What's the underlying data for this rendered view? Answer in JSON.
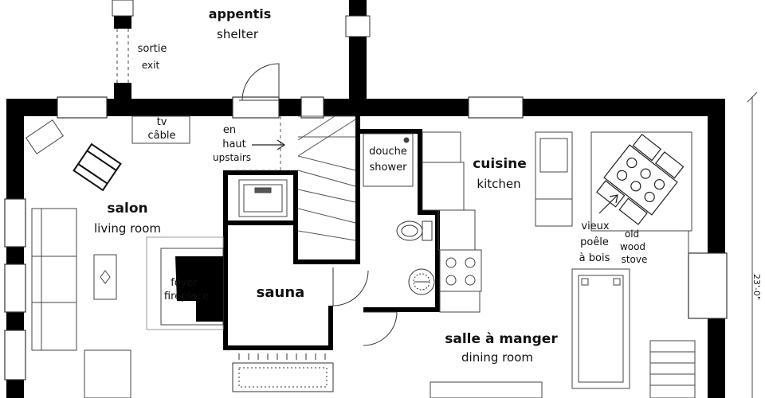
{
  "rooms": {
    "appentis": {
      "fr": "appentis",
      "en": "shelter"
    },
    "sortie": {
      "fr": "sortie",
      "en": "exit"
    },
    "tv": {
      "line1": "tv",
      "line2": "câble"
    },
    "upstairs": {
      "line1": "en",
      "line2": "haut",
      "line3": "upstairs"
    },
    "douche": {
      "fr": "douche",
      "en": "shower"
    },
    "cuisine": {
      "fr": "cuisine",
      "en": "kitchen"
    },
    "salon": {
      "fr": "salon",
      "en": "living room"
    },
    "foyer": {
      "fr": "foyer",
      "en": "fireplace"
    },
    "sauna": {
      "fr": "sauna"
    },
    "salle": {
      "fr": "salle à manger",
      "en": "dining room"
    },
    "stove": {
      "fr1": "vieux",
      "fr2": "poêle",
      "fr3": "à bois",
      "en1": "old",
      "en2": "wood",
      "en3": "stove"
    }
  },
  "dimension": "23'-0\"",
  "colors": {
    "wall": "#000000",
    "line": "#222222",
    "fixture": "#555555",
    "background": "#ffffff"
  }
}
